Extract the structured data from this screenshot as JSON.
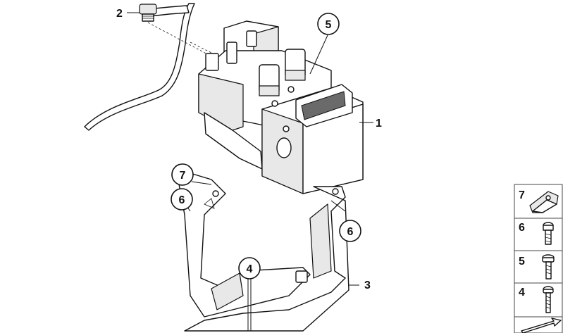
{
  "callouts": {
    "c1": "1",
    "c2": "2",
    "c3": "3",
    "c4": "4",
    "c5": "5",
    "c6a": "6",
    "c6b": "6",
    "c7": "7"
  },
  "legend": [
    {
      "number": "7",
      "icon": "clip-nut-icon"
    },
    {
      "number": "6",
      "icon": "short-screw-icon"
    },
    {
      "number": "5",
      "icon": "torx-screw-icon"
    },
    {
      "number": "4",
      "icon": "long-screw-icon"
    }
  ]
}
